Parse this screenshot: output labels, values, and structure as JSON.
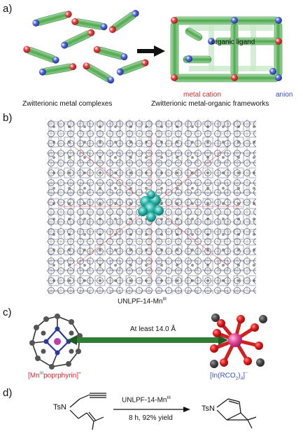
{
  "panels": {
    "a": {
      "label": "a)",
      "left_caption": "Zwitterionic metal complexes",
      "right_caption": "Zwitterionic metal-organic frameworks",
      "organic_ligand_label": "organic ligand",
      "metal_cation_label": "metal cation",
      "anion_label": "anion"
    },
    "b": {
      "label": "b)",
      "framework_name_prefix": "UNLPF-14-Mn",
      "framework_name_sup": "III"
    },
    "c": {
      "label": "c)",
      "distance_label": "At least 14.0 Å",
      "left_species": {
        "bracket_open": "[Mn",
        "sup": "III",
        "text": "poprphyrin]",
        "charge": "+"
      },
      "right_species": {
        "bracket_open": "[In(RCO",
        "sub1": "2",
        "mid": ")",
        "sub2": "4",
        "close": "]",
        "charge": "−"
      }
    },
    "d": {
      "label": "d)",
      "reagent_prefix": "UNLPF-14-Mn",
      "reagent_sup": "III",
      "conditions": "8 h, 92% yield",
      "reactant_group": "TsN",
      "product_group": "TsN"
    }
  },
  "colors": {
    "ligand_green": "#5cb85c",
    "ligand_light": "#c9e9c9",
    "cation_red": "#d9262c",
    "anion_blue": "#3a4fc2",
    "arrow_dark_green": "#2e7d32",
    "teal_pore": "#2bb3a8"
  }
}
